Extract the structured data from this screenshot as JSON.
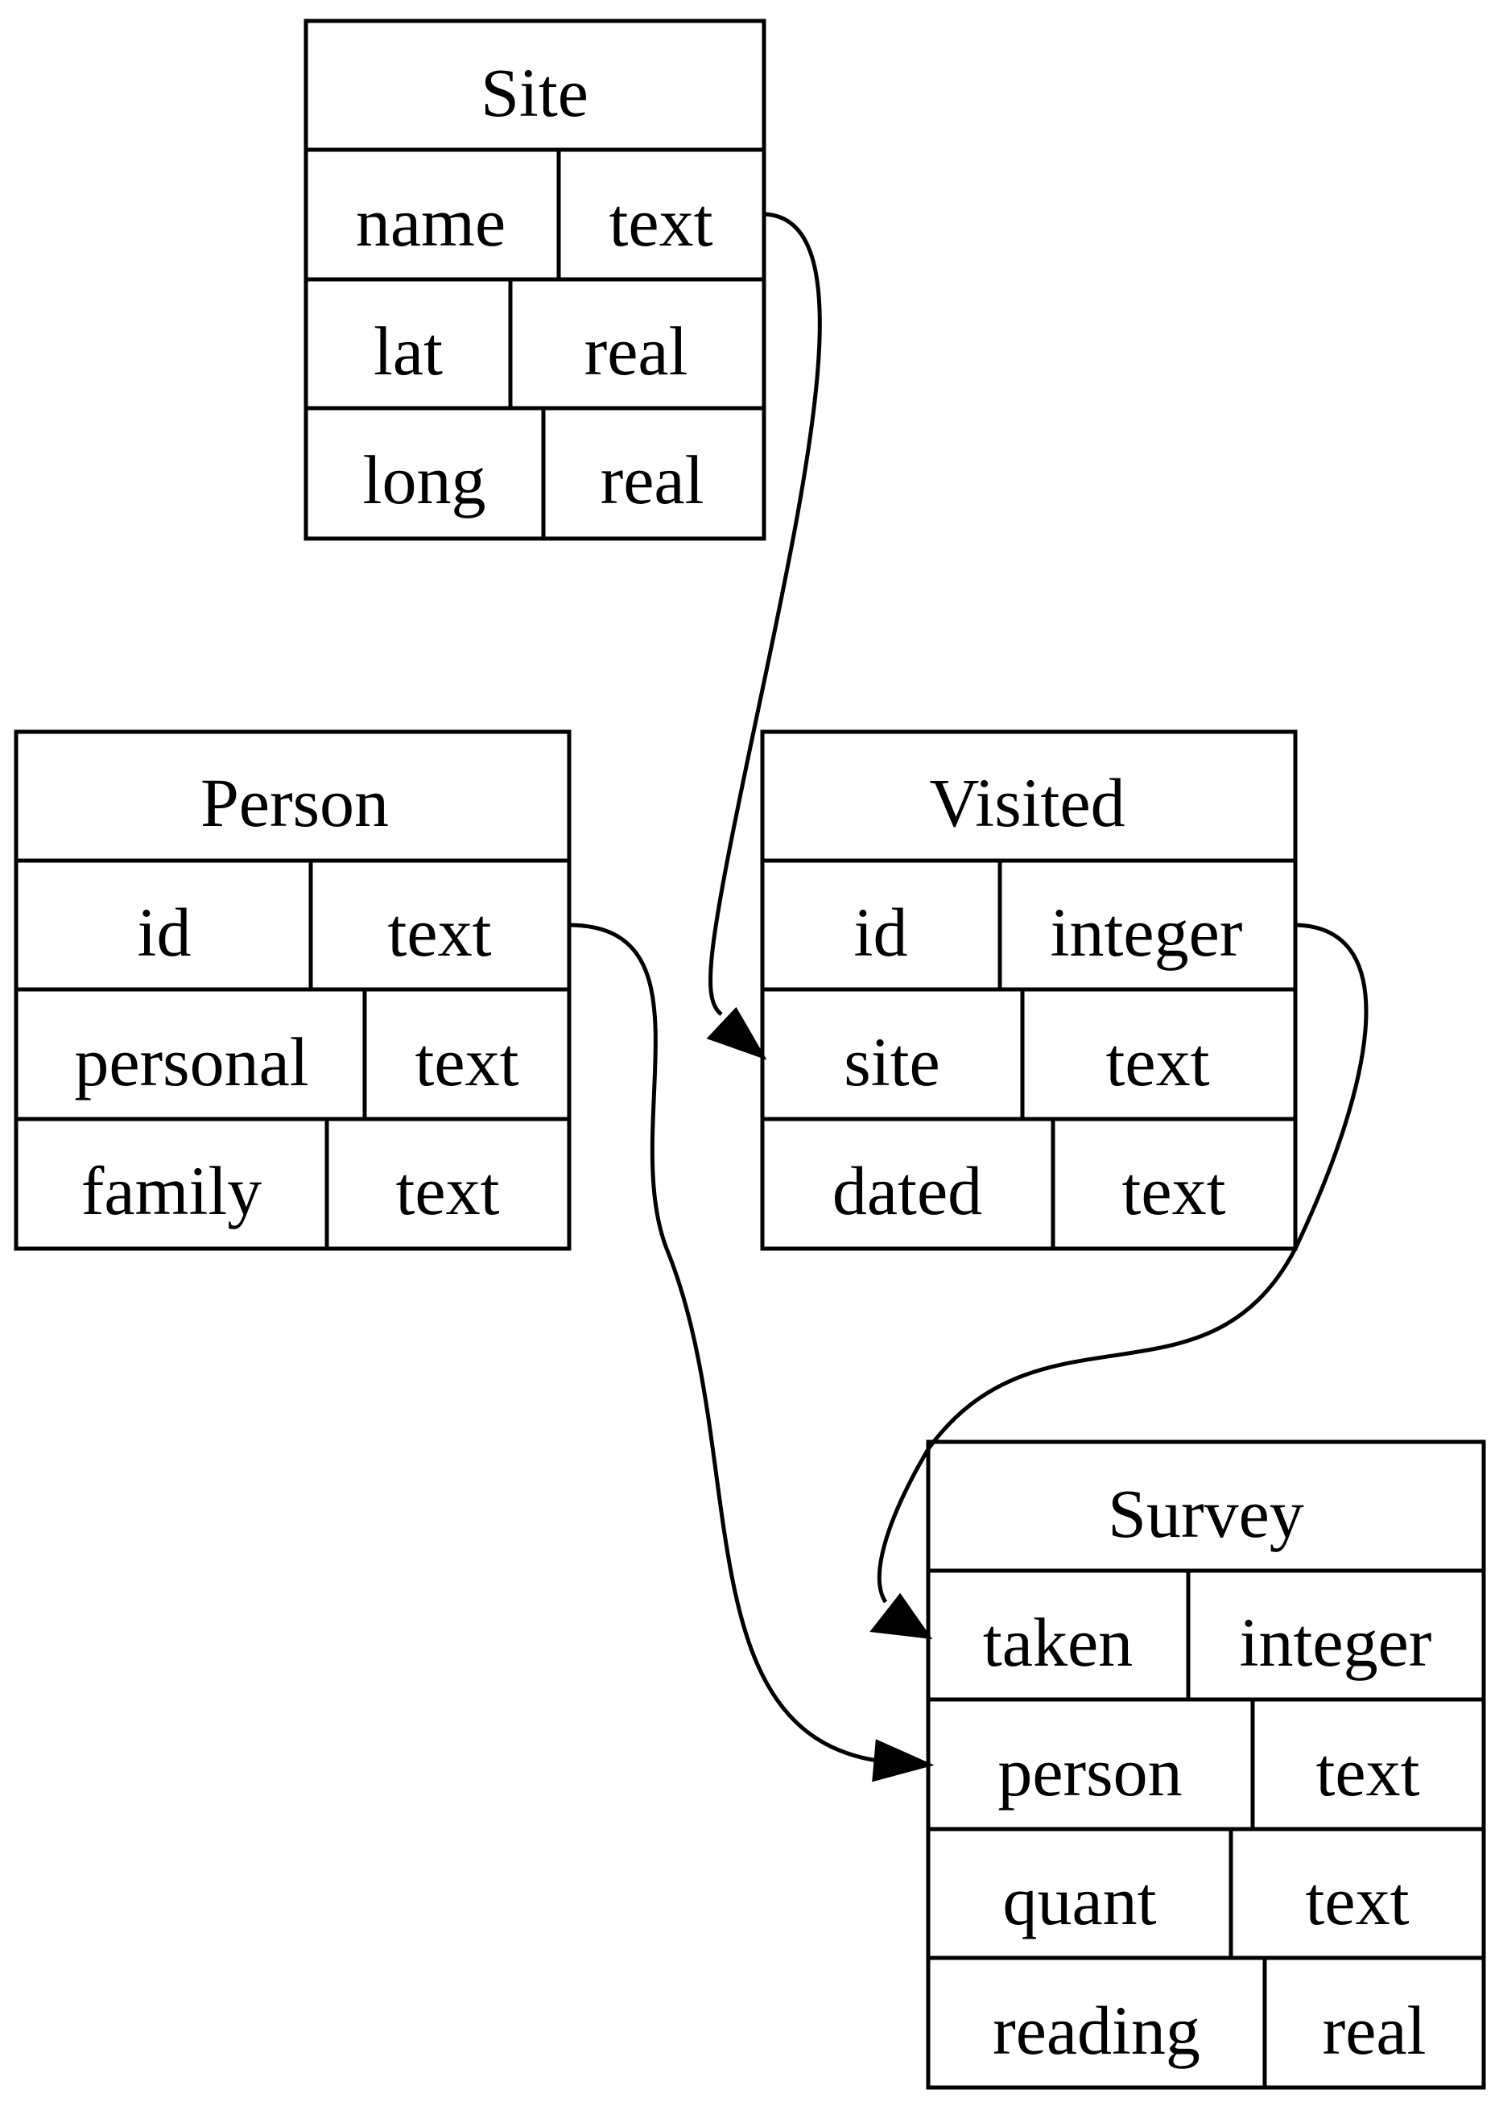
{
  "tables": [
    {
      "name": "Site",
      "fields": [
        {
          "name": "name",
          "type": "text"
        },
        {
          "name": "lat",
          "type": "real"
        },
        {
          "name": "long",
          "type": "real"
        }
      ]
    },
    {
      "name": "Person",
      "fields": [
        {
          "name": "id",
          "type": "text"
        },
        {
          "name": "personal",
          "type": "text"
        },
        {
          "name": "family",
          "type": "text"
        }
      ]
    },
    {
      "name": "Visited",
      "fields": [
        {
          "name": "id",
          "type": "integer"
        },
        {
          "name": "site",
          "type": "text"
        },
        {
          "name": "dated",
          "type": "text"
        }
      ]
    },
    {
      "name": "Survey",
      "fields": [
        {
          "name": "taken",
          "type": "integer"
        },
        {
          "name": "person",
          "type": "text"
        },
        {
          "name": "quant",
          "type": "text"
        },
        {
          "name": "reading",
          "type": "real"
        }
      ]
    }
  ],
  "relationships": [
    {
      "from": "Site.name",
      "to": "Visited.site"
    },
    {
      "from": "Person.id",
      "to": "Survey.person"
    },
    {
      "from": "Visited.id",
      "to": "Survey.taken"
    }
  ]
}
